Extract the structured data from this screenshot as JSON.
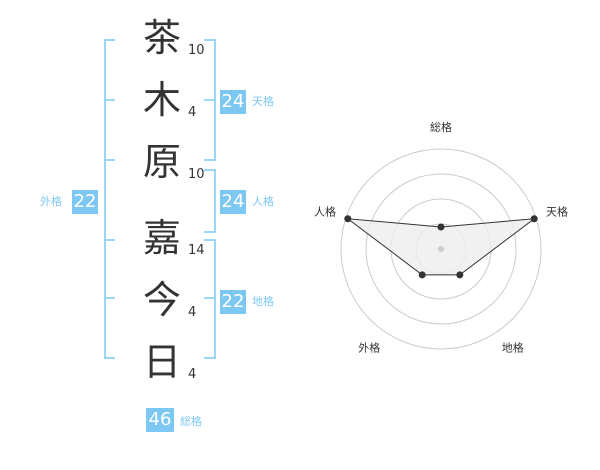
{
  "name": {
    "characters": [
      {
        "char": "茶",
        "strokes": "10"
      },
      {
        "char": "木",
        "strokes": "4"
      },
      {
        "char": "原",
        "strokes": "10"
      },
      {
        "char": "嘉",
        "strokes": "14"
      },
      {
        "char": "今",
        "strokes": "4"
      },
      {
        "char": "日",
        "strokes": "4"
      }
    ]
  },
  "fortunes": {
    "tenkaku": {
      "label": "天格",
      "value": "24"
    },
    "jinkaku": {
      "label": "人格",
      "value": "24"
    },
    "chikaku": {
      "label": "地格",
      "value": "22"
    },
    "gaikaku": {
      "label": "外格",
      "value": "22"
    },
    "soukaku": {
      "label": "総格",
      "value": "46"
    }
  },
  "radar": {
    "axes": [
      "総格",
      "天格",
      "地格",
      "外格",
      "人格"
    ],
    "values": [
      0.22,
      0.98,
      0.32,
      0.32,
      0.98
    ],
    "max": 1,
    "rings": 4
  },
  "colors": {
    "accent": "#7cc8f3",
    "text": "#333333",
    "ring": "#cccccc",
    "fill": "#eeeeee"
  }
}
